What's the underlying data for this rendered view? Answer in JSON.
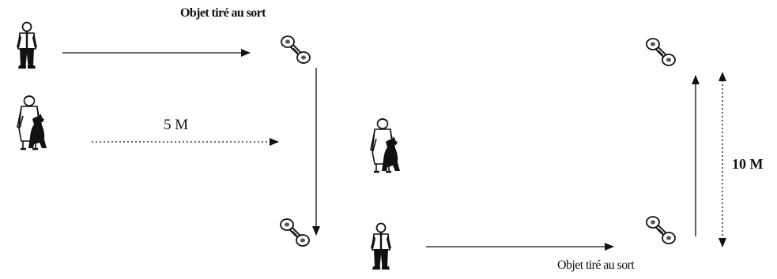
{
  "labels": {
    "object_top": "Objet tiré au sort",
    "object_bottom": "Objet tiré au sort",
    "distance_5": "5 M",
    "distance_10": "10 M"
  },
  "colors": {
    "ink": "#111111",
    "background": "#ffffff"
  },
  "icons": [
    "handler-icon",
    "handler-with-dog-icon",
    "dumbbell-object-icon"
  ]
}
